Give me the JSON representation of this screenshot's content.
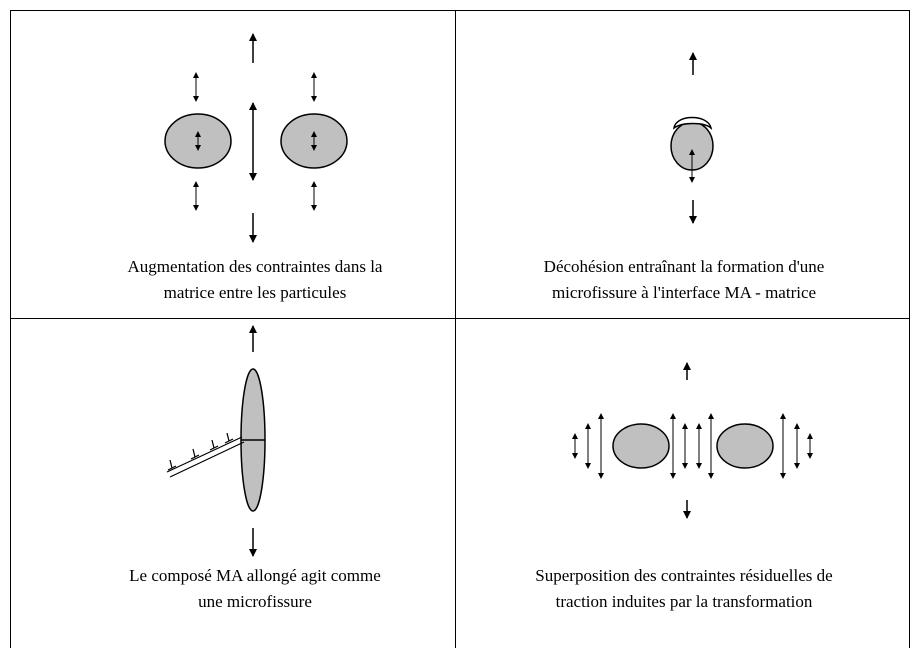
{
  "panels": [
    {
      "caption_line1": "Augmentation des contraintes dans la",
      "caption_line2": "matrice entre les particules"
    },
    {
      "caption_line1": "Décohésion entraînant la formation d'une",
      "caption_line2": "microfissure à l'interface MA - matrice"
    },
    {
      "caption_line1": "Le composé MA allongé agit comme",
      "caption_line2": "une microfissure"
    },
    {
      "caption_line1": "Superposition des contraintes résiduelles de",
      "caption_line2": "traction induites par la transformation"
    }
  ],
  "colors": {
    "particle_fill": "#c0c0c0",
    "stroke": "#000000",
    "background": "#ffffff"
  }
}
